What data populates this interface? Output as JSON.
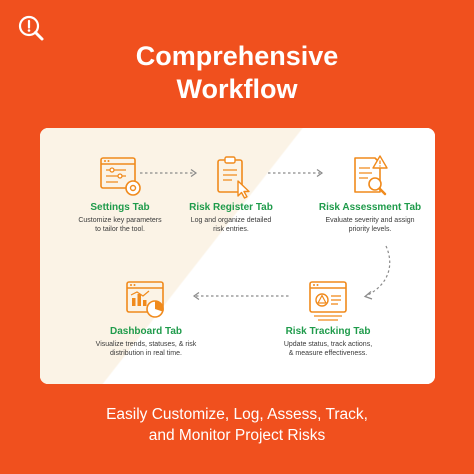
{
  "brand": {
    "logo_icon": "search-alert-icon"
  },
  "headline": {
    "line1": "Comprehensive",
    "line2": "Workflow"
  },
  "steps": [
    {
      "title": "Settings Tab",
      "desc_line1": "Customize key parameters",
      "desc_line2": "to tailor the tool.",
      "icon": "settings-window-icon"
    },
    {
      "title": "Risk Register Tab",
      "desc_line1": "Log and organize detailed",
      "desc_line2": "risk entries.",
      "icon": "clipboard-pointer-icon"
    },
    {
      "title": "Risk Assessment Tab",
      "desc_line1": "Evaluate severity and assign",
      "desc_line2": "priority levels.",
      "icon": "document-warning-search-icon"
    },
    {
      "title": "Risk Tracking Tab",
      "desc_line1": "Update status, track actions,",
      "desc_line2": "& measure effectiveness.",
      "icon": "browser-warning-icon"
    },
    {
      "title": "Dashboard Tab",
      "desc_line1": "Visualize trends, statuses, & risk",
      "desc_line2": "distribution in real time.",
      "icon": "dashboard-chart-icon"
    }
  ],
  "tagline": {
    "line1": "Easily Customize, Log, Assess, Track,",
    "line2": "and Monitor Project Risks"
  },
  "colors": {
    "background": "#f0501e",
    "accent": "#f0501e",
    "icon_orange": "#f08a1c",
    "step_title": "#1f9b4b",
    "card": "#ffffff"
  }
}
